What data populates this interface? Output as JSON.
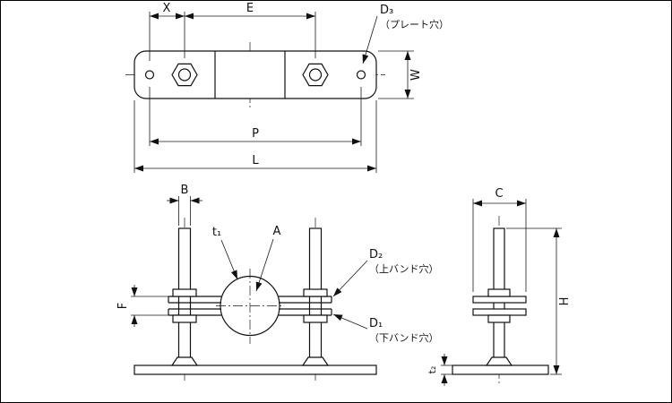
{
  "labels": {
    "x": "X",
    "e": "E",
    "d3": "D₃",
    "d3_note": "（プレート穴）",
    "w": "W",
    "p": "P",
    "l": "L",
    "b": "B",
    "t1": "t₁",
    "a": "A",
    "d2": "D₂",
    "d2_note": "（上バンド穴）",
    "d1": "D₁",
    "d1_note": "（下バンド穴）",
    "f": "F",
    "c": "C",
    "h": "H",
    "t2": "t₂"
  }
}
